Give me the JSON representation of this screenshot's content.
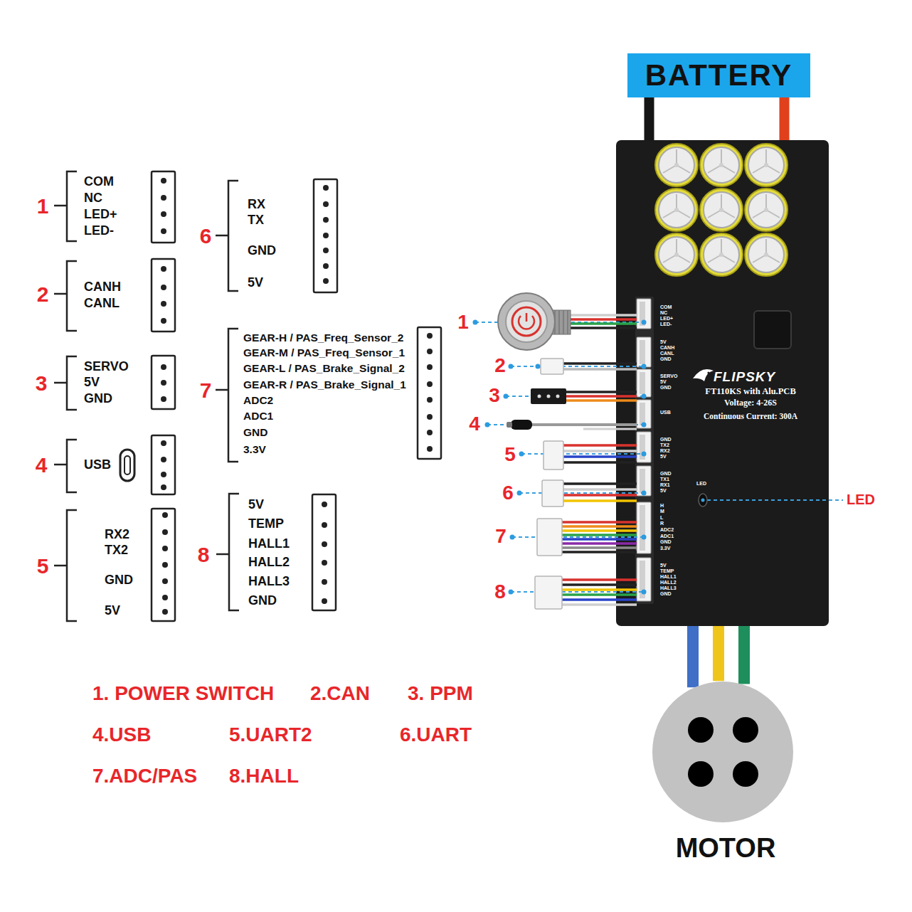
{
  "diagram": {
    "nodes": [
      {
        "text": [
          "BATTERY"
        ]
      },
      {
        "text": [
          "FLIPSKY",
          "FT110KS with Alu.PCB",
          "Voltage: 4-26S",
          "Continuous Current: 300A"
        ]
      },
      {
        "text": [
          "MOTOR"
        ]
      }
    ],
    "edges": [
      {
        "from": 0,
        "to": 1,
        "arrow": "none"
      },
      {
        "from": 1,
        "to": 2,
        "arrow": "none"
      }
    ],
    "labels": [
      "1",
      "COM",
      "NC",
      "LED+",
      "LED-",
      "2",
      "CANH",
      "CANL",
      "3",
      "SERVO",
      "5V",
      "GND",
      "4",
      "USB",
      "5",
      "RX2",
      "TX2",
      "GND",
      "5V",
      "6",
      "RX",
      "TX",
      "GND",
      "5V",
      "7",
      "GEAR-H / PAS_Freq_Sensor_2",
      "GEAR-M / PAS_Freq_Sensor_1",
      "GEAR-L / PAS_Brake_Signal_2",
      "GEAR-R / PAS_Brake_Signal_1",
      "ADC2",
      "ADC1",
      "GND",
      "3.3V",
      "8",
      "5V",
      "TEMP",
      "HALL1",
      "HALL2",
      "HALL3",
      "GND",
      "1. POWER SWITCH",
      "2.CAN",
      "3. PPM",
      "4.USB",
      "5.UART2",
      "6.UART",
      "7.ADC/PAS",
      "8.HALL",
      "1",
      "2",
      "3",
      "4",
      "5",
      "6",
      "7",
      "8",
      "LED",
      "COM",
      "NC",
      "LED+",
      "LED-",
      "5V",
      "CANH",
      "CANL",
      "GND",
      "SERVO",
      "5V",
      "GND",
      "USB",
      "GND",
      "TX2",
      "RX2",
      "5V",
      "GND",
      "TX1",
      "RX1",
      "5V",
      "H",
      "M",
      "L",
      "R",
      "ADC2",
      "ADC1",
      "GND",
      "3.3V",
      "5V",
      "TEMP",
      "HALL1",
      "HALL2",
      "HALL3",
      "GND",
      "LED"
    ]
  }
}
